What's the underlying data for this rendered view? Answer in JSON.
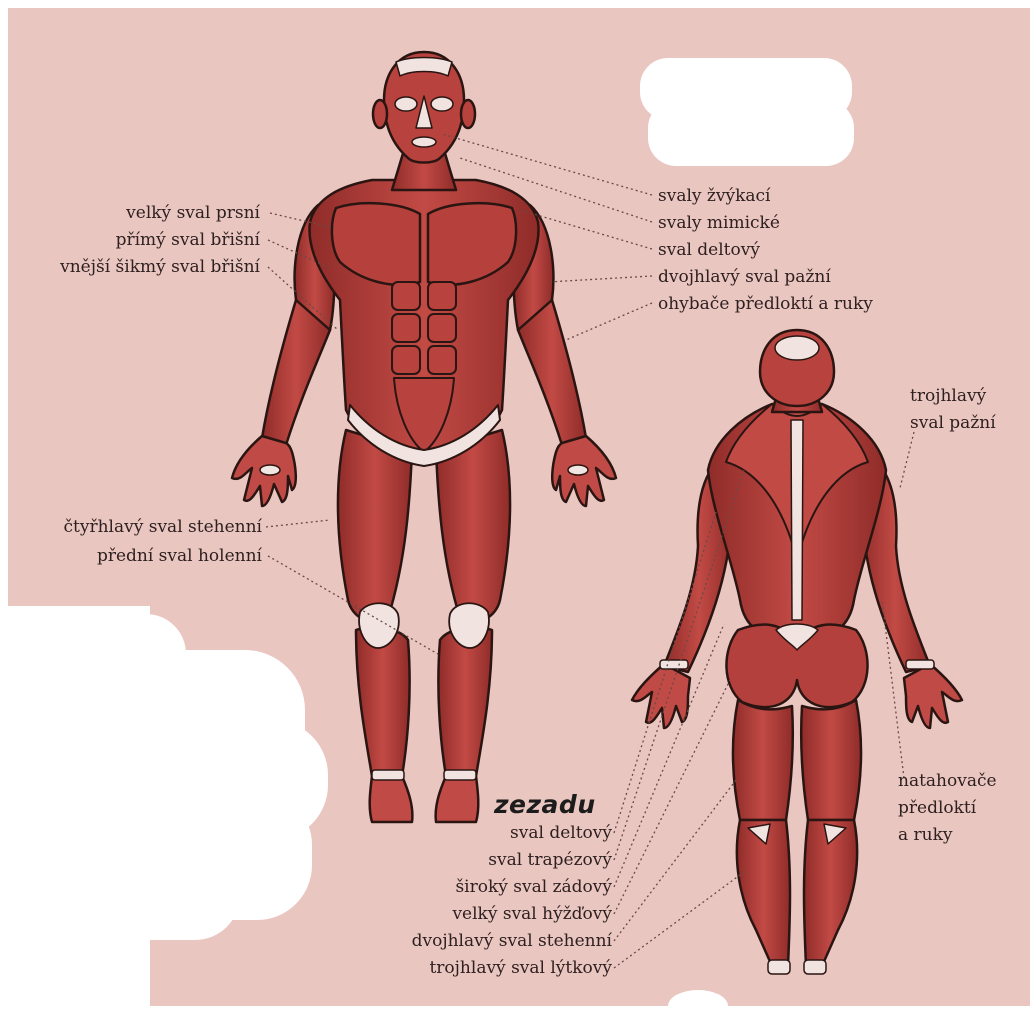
{
  "colors": {
    "background": "#eac6c0",
    "muscle": "#b3413d",
    "muscle_dark": "#7e2422",
    "tendon": "#f1e4e0",
    "outline": "#2a1512",
    "leader_line": "#6a4a48",
    "cover": "#ffffff"
  },
  "front_labels_left": [
    "velký sval prsní",
    "přímý sval břišní",
    "vnější šikmý sval břišní",
    "čtyřhlavý sval stehenní",
    "přední sval holenní"
  ],
  "front_labels_right": [
    "svaly žvýkací",
    "svaly mimické",
    "sval deltový",
    "dvojhlavý sval pažní",
    "ohybače předloktí a ruky"
  ],
  "back_heading": "zezadu",
  "back_labels_left": [
    "sval deltový",
    "sval trapézový",
    "široký sval zádový",
    "velký sval hýžďový",
    "dvojhlavý sval stehenní",
    "trojhlavý sval lýtkový"
  ],
  "back_labels_right": {
    "triceps": [
      "trojhlavý",
      "sval pažní"
    ],
    "extensors": [
      "natahovače",
      "předloktí",
      "a ruky"
    ]
  }
}
